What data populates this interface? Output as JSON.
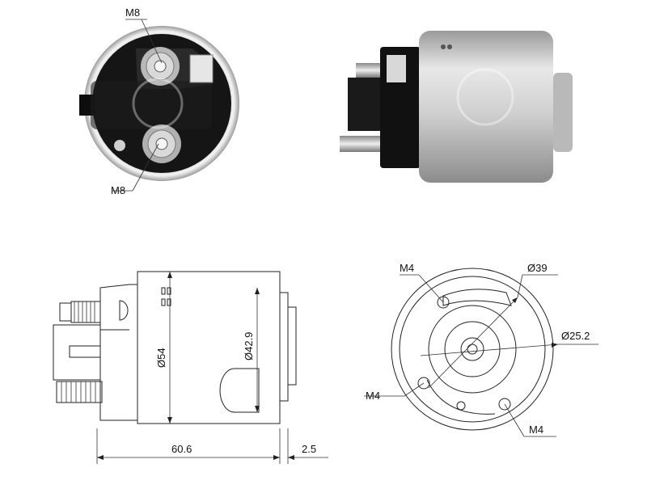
{
  "photo_end_view": {
    "thread_label_top": "M8",
    "thread_label_bottom": "M8"
  },
  "drawing_side_view": {
    "diameter_outer": "Ø54",
    "diameter_plunger": "Ø42.9",
    "length": "60.6",
    "offset": "2.5"
  },
  "drawing_end_view": {
    "mount_thread_top": "M4",
    "mount_thread_left": "M4",
    "mount_thread_bottom": "M4",
    "diameter_bolt_circle": "Ø39",
    "diameter_inner": "Ø25.2"
  }
}
